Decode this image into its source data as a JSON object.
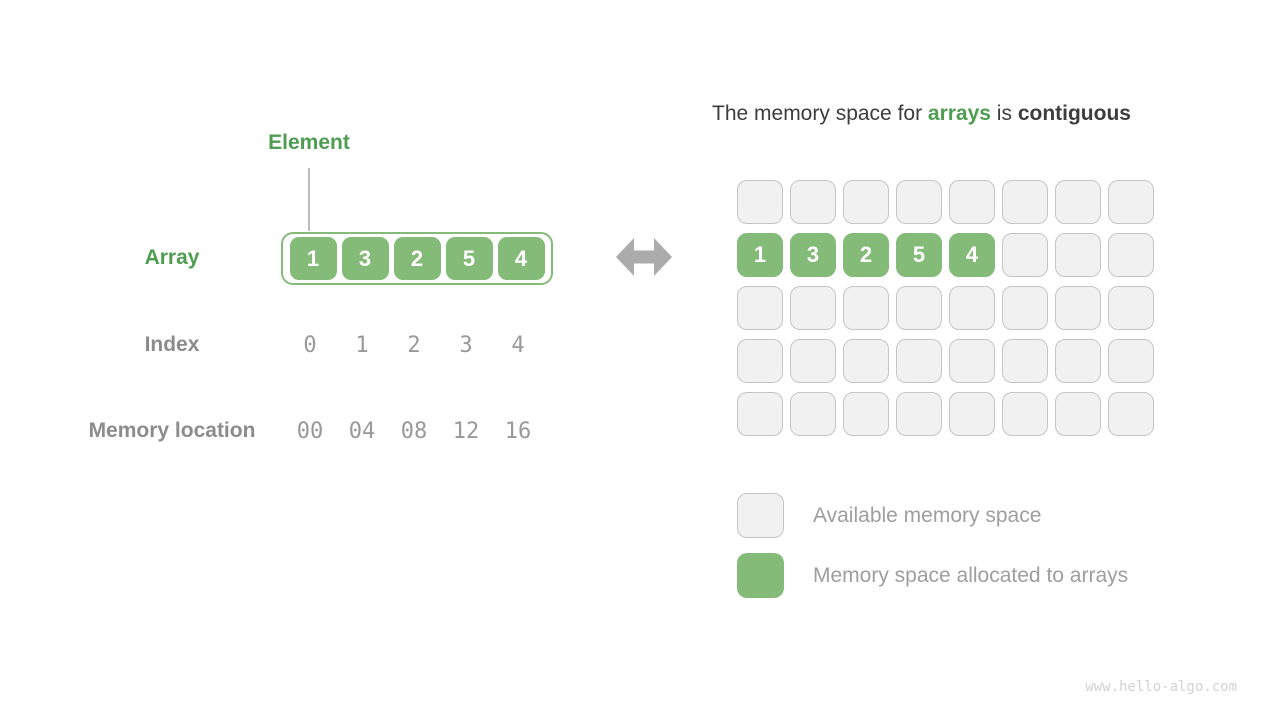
{
  "diagram": {
    "element_label": "Element",
    "array_label": "Array",
    "index_label": "Index",
    "memory_label": "Memory location",
    "array_values": [
      "1",
      "3",
      "2",
      "5",
      "4"
    ],
    "index_values": [
      "0",
      "1",
      "2",
      "3",
      "4"
    ],
    "memory_values": [
      "00",
      "04",
      "08",
      "12",
      "16"
    ]
  },
  "right": {
    "title": {
      "part1": "The memory space for ",
      "part2": "arrays",
      "part3": " is ",
      "part4": "contiguous"
    },
    "memory_grid": {
      "rows": 5,
      "cols": 8,
      "allocated_row": 1,
      "allocated_values": [
        "1",
        "3",
        "2",
        "5",
        "4"
      ]
    },
    "legend": [
      {
        "swatch": "available",
        "label": "Available memory space"
      },
      {
        "swatch": "allocated",
        "label": "Memory space allocated to arrays"
      }
    ]
  },
  "watermark": "www.hello-algo.com",
  "colors": {
    "green_fill": "#85BB78",
    "green_text": "#4E9D50",
    "gray_cell": "#F1F1F1",
    "gray_cell_border": "#C5C5C5",
    "label_gray": "#8C8C8C",
    "mono_gray": "#999999",
    "title_dark": "#3D3D3D",
    "legend_text": "#9E9E9E",
    "arrow_gray": "#ABABAB",
    "watermark": "#D2D2D2"
  }
}
